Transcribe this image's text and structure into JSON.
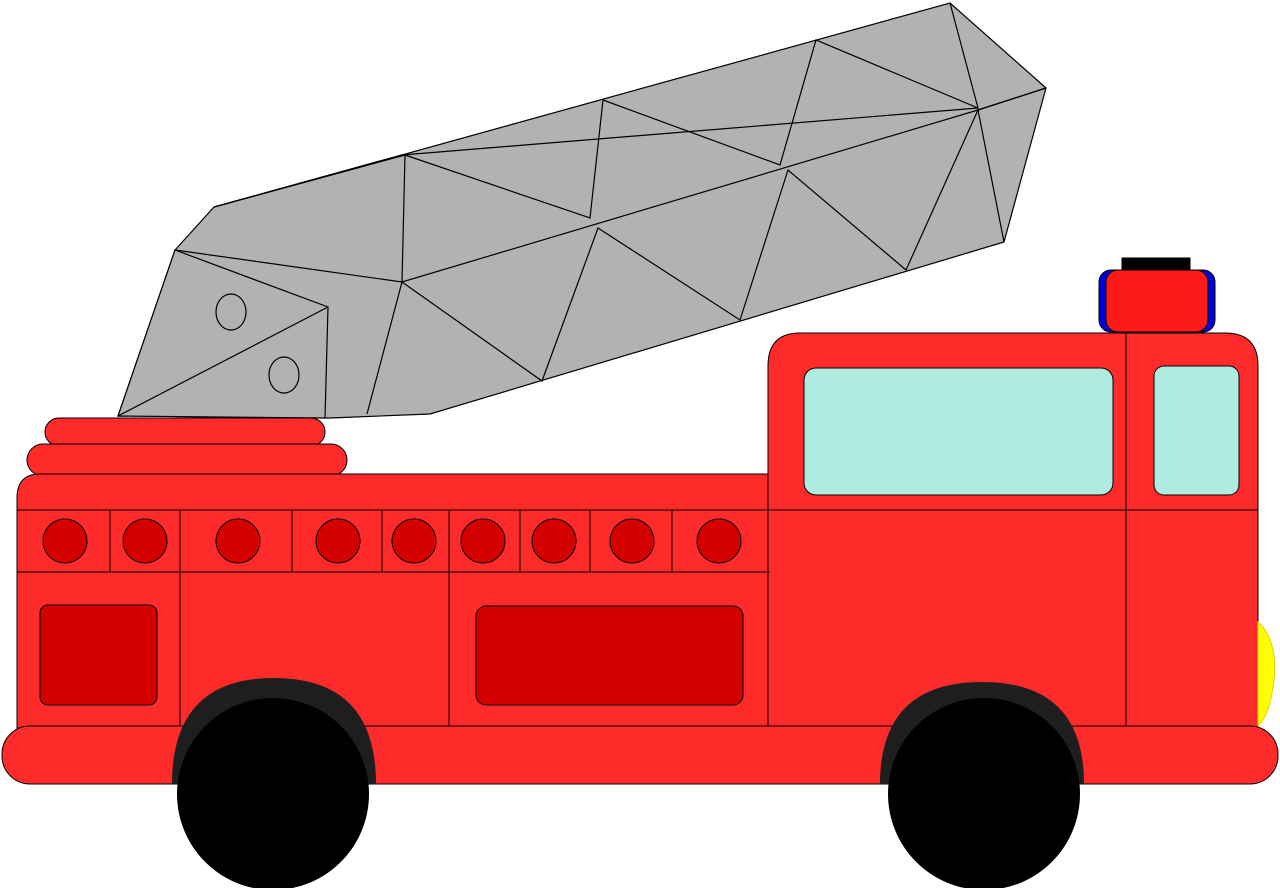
{
  "illustration": {
    "subject": "fire-truck",
    "colors": {
      "body": "#ff2b2b",
      "panel_dark": "#d40000",
      "window": "#b0ebe0",
      "ladder": "#b2b2b2",
      "wheel": "#000000",
      "wheel_arch": "#1e1e1e",
      "light_red": "#ff1a1a",
      "light_blue": "#0000dd",
      "headlight": "#ffff00",
      "outline": "#000000"
    },
    "counts": {
      "side_lights": 9,
      "wheels": 2
    }
  }
}
